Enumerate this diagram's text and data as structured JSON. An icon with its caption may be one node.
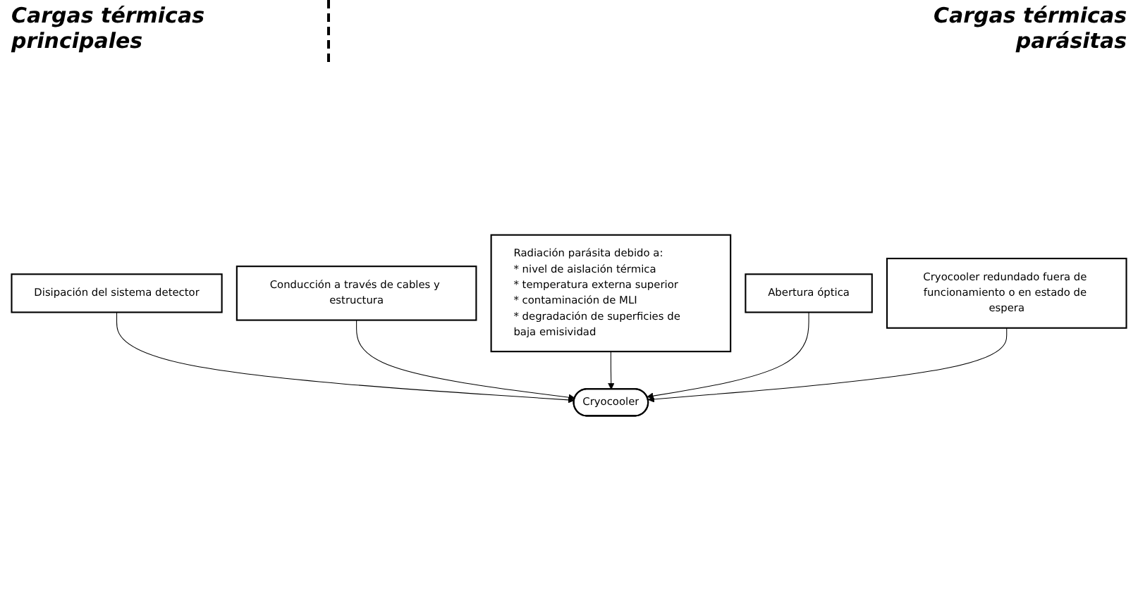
{
  "diagram": {
    "nodes": [
      {
        "text": [
          "Disipación del sistema detector"
        ]
      },
      {
        "text": [
          "Conducción a través de cables y estructura"
        ]
      },
      {
        "text": [
          "Radiación parásita debido a:",
          "* nivel de aislación térmica",
          "* temperatura externa superior",
          "* contaminación de MLI",
          "* degradación de superficies de baja emisividad"
        ]
      },
      {
        "text": [
          "Abertura óptica"
        ]
      },
      {
        "text": [
          "Cryocooler"
        ]
      },
      {
        "text": [
          "Cryocooler redundado fuera de funcionamiento o en estado de espera"
        ]
      }
    ],
    "edges": [
      {
        "from": 0,
        "to": 4,
        "arrow": "to"
      },
      {
        "from": 1,
        "to": 4,
        "arrow": "to"
      },
      {
        "from": 2,
        "to": 4,
        "arrow": "to"
      },
      {
        "from": 3,
        "to": 4,
        "arrow": "to"
      },
      {
        "from": 5,
        "to": 4,
        "arrow": "to"
      }
    ],
    "labels": [
      "Cargas térmicas principales",
      "Cargas térmicas parásitas"
    ]
  }
}
